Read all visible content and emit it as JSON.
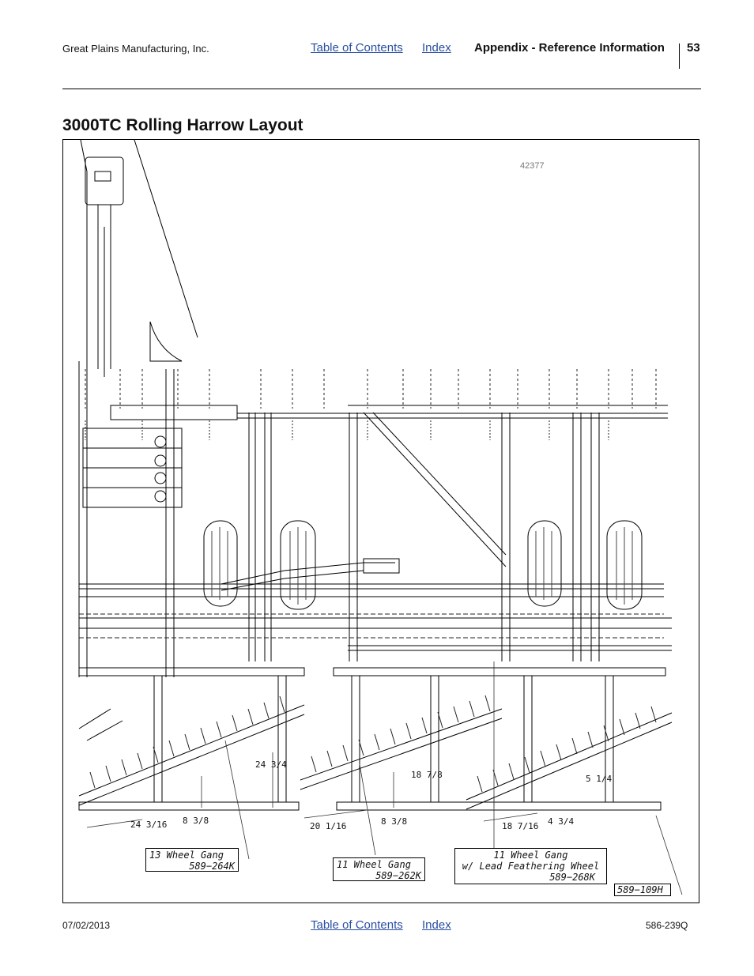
{
  "header": {
    "company": "Great Plains Manufacturing, Inc.",
    "toc_link": "Table of Contents",
    "index_link": "Index",
    "section": "Appendix - Reference Information",
    "page_number": "53"
  },
  "page_title": "3000TC Rolling Harrow Layout",
  "figure": {
    "figure_number": "42377",
    "callouts": {
      "gang_13": {
        "line1": "13 Wheel Gang",
        "line2": "589−264K"
      },
      "gang_11": {
        "line1": "11 Wheel Gang",
        "line2": "589−262K"
      },
      "gang_11_lead": {
        "line1": "11 Wheel Gang",
        "line2": "w/ Lead Feathering Wheel",
        "line3": "589−268K"
      },
      "part": "589−109H"
    },
    "dimensions": {
      "d1": "24 3/4",
      "d2": "24 3/16",
      "d3": "8 3/8",
      "d4": "18 7/8",
      "d5": "20 1/16",
      "d6": "8 3/8",
      "d7": "5 1/4",
      "d8": "18 7/16",
      "d9": "4 3/4"
    }
  },
  "footer": {
    "date": "07/02/2013",
    "toc_link": "Table of Contents",
    "index_link": "Index",
    "doc_number": "586-239Q"
  }
}
